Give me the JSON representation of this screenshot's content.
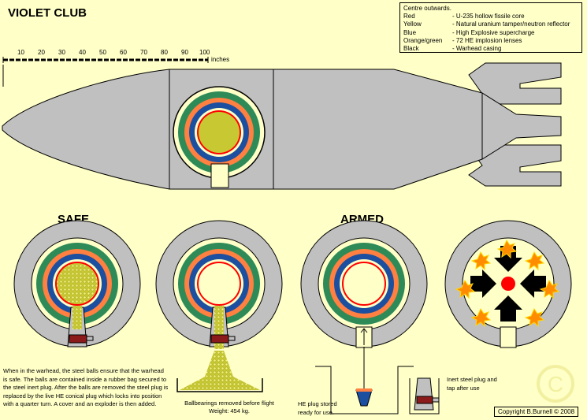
{
  "title": "VIOLET CLUB",
  "legend": {
    "heading": "Centre outwards.",
    "items": [
      {
        "color": "Red",
        "desc": "- U-235 hollow fissile core"
      },
      {
        "color": "Yellow",
        "desc": "- Natural uranium tamper/neutron reflector"
      },
      {
        "color": "Blue",
        "desc": "- High Explosive supercharge"
      },
      {
        "color": "Orange/green",
        "desc": "- 72 HE implosion lenses"
      },
      {
        "color": "Black",
        "desc": "- Warhead casing"
      }
    ]
  },
  "scale": {
    "ticks": [
      "10",
      "20",
      "30",
      "40",
      "50",
      "60",
      "70",
      "80",
      "90",
      "100"
    ],
    "unit": "inches"
  },
  "headings": {
    "safe": "SAFE",
    "armed": "ARMED"
  },
  "captions": {
    "safe_text": "When in the warhead, the steel balls ensure that the warhead is safe. The balls are contained inside a rubber bag secured to the steel inert plug. After the balls are removed the steel plug is replaced by the live HE conical plug which locks into position with a quarter turn. A cover and an exploder is then added.",
    "ballbearings": "Ballbearings removed before flight",
    "weight": "Weight: 454 kg.",
    "he_plug": "HE plug stored ready for use.",
    "inert_plug": "Inert steel plug and tap after use"
  },
  "copyright": "Copyright B.Burnell  © 2008",
  "colors": {
    "background": "#ffffc8",
    "casing": "#c0c0c0",
    "tamper": "#c8c832",
    "core": "#ff0000",
    "supercharge": "#1c4fa0",
    "lens_orange": "#ff8040",
    "lens_green": "#2e8b57"
  }
}
